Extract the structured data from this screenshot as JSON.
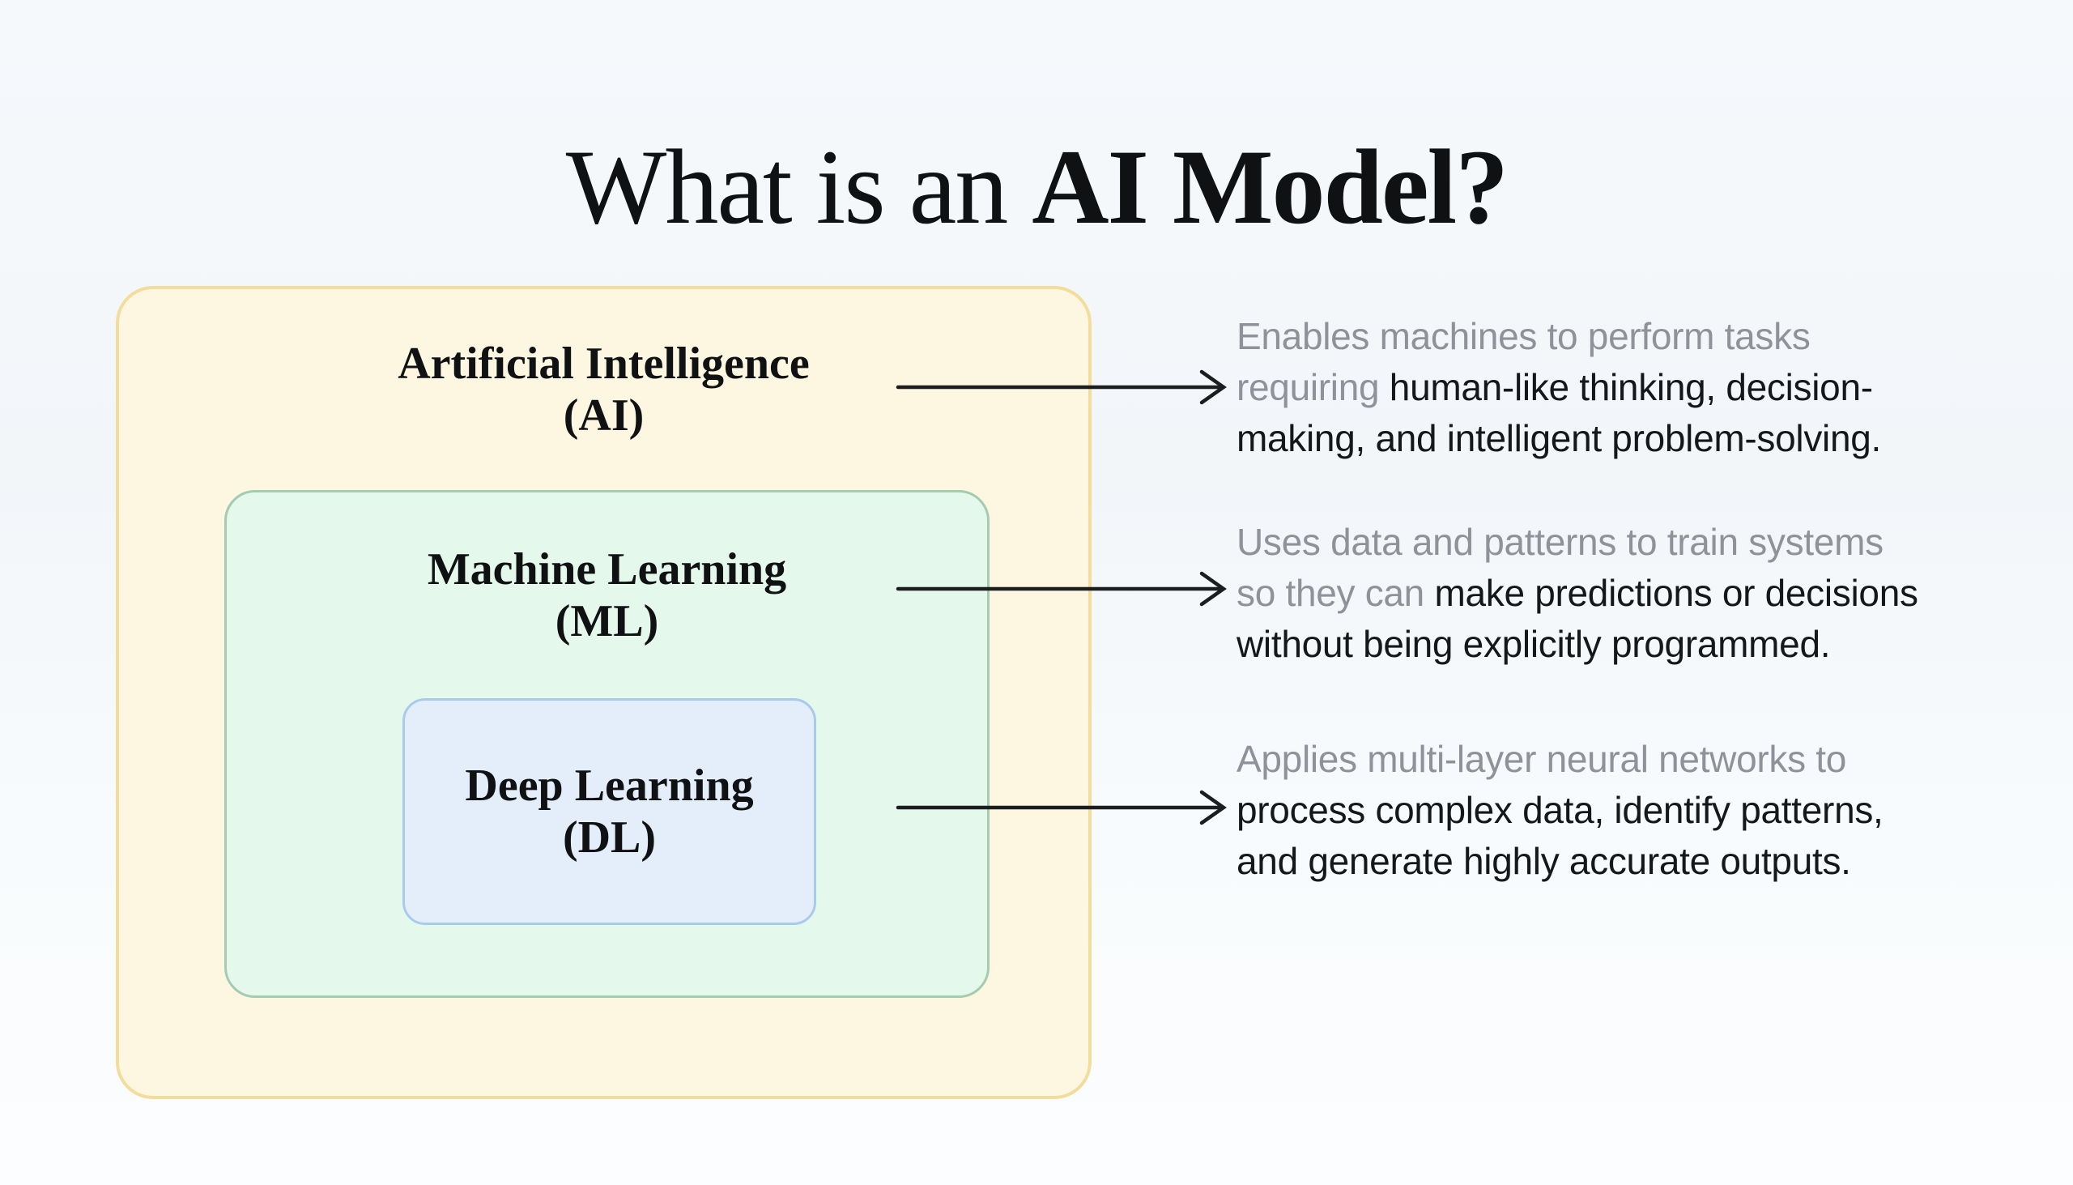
{
  "title": {
    "prefix": "What is an ",
    "emphasis": "AI Model?"
  },
  "boxes": {
    "ai": {
      "line1": "Artificial Intelligence",
      "line2": "(AI)",
      "fill": "#FDF6E0",
      "border": "#F3DD9B"
    },
    "ml": {
      "line1": "Machine Learning",
      "line2": "(ML)",
      "fill": "#E5F8EC",
      "border": "#A5CBB1"
    },
    "dl": {
      "line1": "Deep Learning",
      "line2": "(DL)",
      "fill": "#E4EEFB",
      "border": "#A8CAED"
    }
  },
  "descriptions": [
    {
      "id": "ai",
      "lines": [
        [
          {
            "t": "Enables machines to perform tasks",
            "c": "muted"
          }
        ],
        [
          {
            "t": "requiring ",
            "c": "muted"
          },
          {
            "t": "human-like thinking, decision-",
            "c": "strong"
          }
        ],
        [
          {
            "t": "making, and intelligent problem-solving.",
            "c": "strong"
          }
        ]
      ]
    },
    {
      "id": "ml",
      "lines": [
        [
          {
            "t": "Uses data and patterns to train systems",
            "c": "muted"
          }
        ],
        [
          {
            "t": "so they can ",
            "c": "muted"
          },
          {
            "t": "make predictions or decisions",
            "c": "strong"
          }
        ],
        [
          {
            "t": "without being explicitly programmed.",
            "c": "strong"
          }
        ]
      ]
    },
    {
      "id": "dl",
      "lines": [
        [
          {
            "t": "Applies multi-layer neural networks to",
            "c": "muted"
          }
        ],
        [
          {
            "t": "process complex data, identify patterns,",
            "c": "strong"
          }
        ],
        [
          {
            "t": "and generate highly accurate outputs.",
            "c": "strong"
          }
        ]
      ]
    }
  ],
  "colors": {
    "muted_text": "#8F9399",
    "strong_text": "#15171A",
    "label_text": "#0F1113",
    "arrow": "#1B1D1F"
  }
}
